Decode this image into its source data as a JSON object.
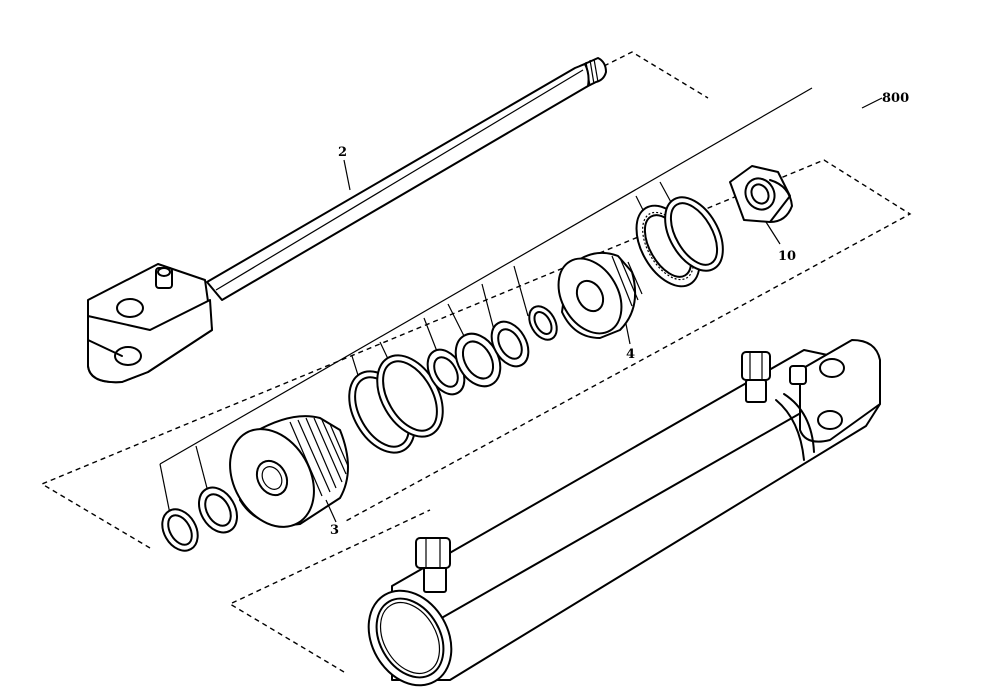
{
  "drawing_number": "800",
  "callouts": {
    "piston_rod": "2",
    "gland": "3",
    "piston": "4",
    "lock_nut": "10"
  }
}
